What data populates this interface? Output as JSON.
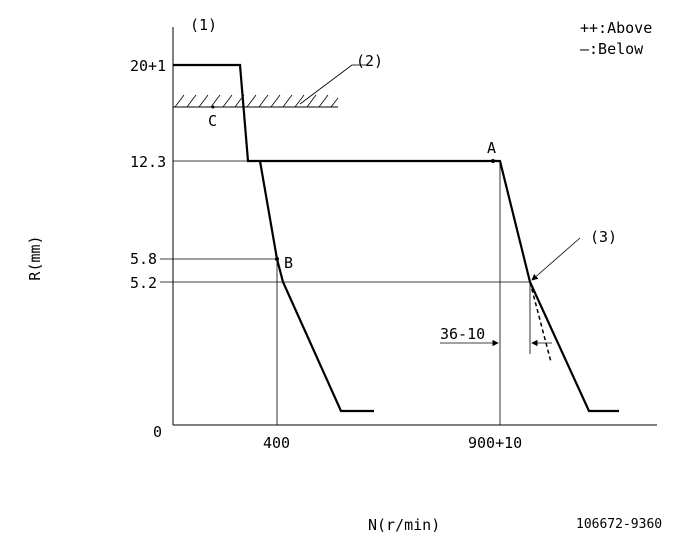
{
  "diagram": {
    "callouts": {
      "c1": "(1)",
      "c2": "(2)",
      "c3": "(3)"
    },
    "legend": {
      "above": "++:Above",
      "below": "—:Below"
    },
    "y_axis": {
      "label": "R(mm)",
      "ticks": {
        "t20": "20+1",
        "t12": "12.3",
        "t58": "5.8",
        "t52": "5.2",
        "t0": "0"
      }
    },
    "x_axis": {
      "label": "N(r/min)",
      "ticks": {
        "t400": "400",
        "t900": "900+10"
      }
    },
    "points": {
      "A": "A",
      "B": "B",
      "C": "C"
    },
    "dimension": "36-10",
    "part_number": "106672-9360"
  }
}
